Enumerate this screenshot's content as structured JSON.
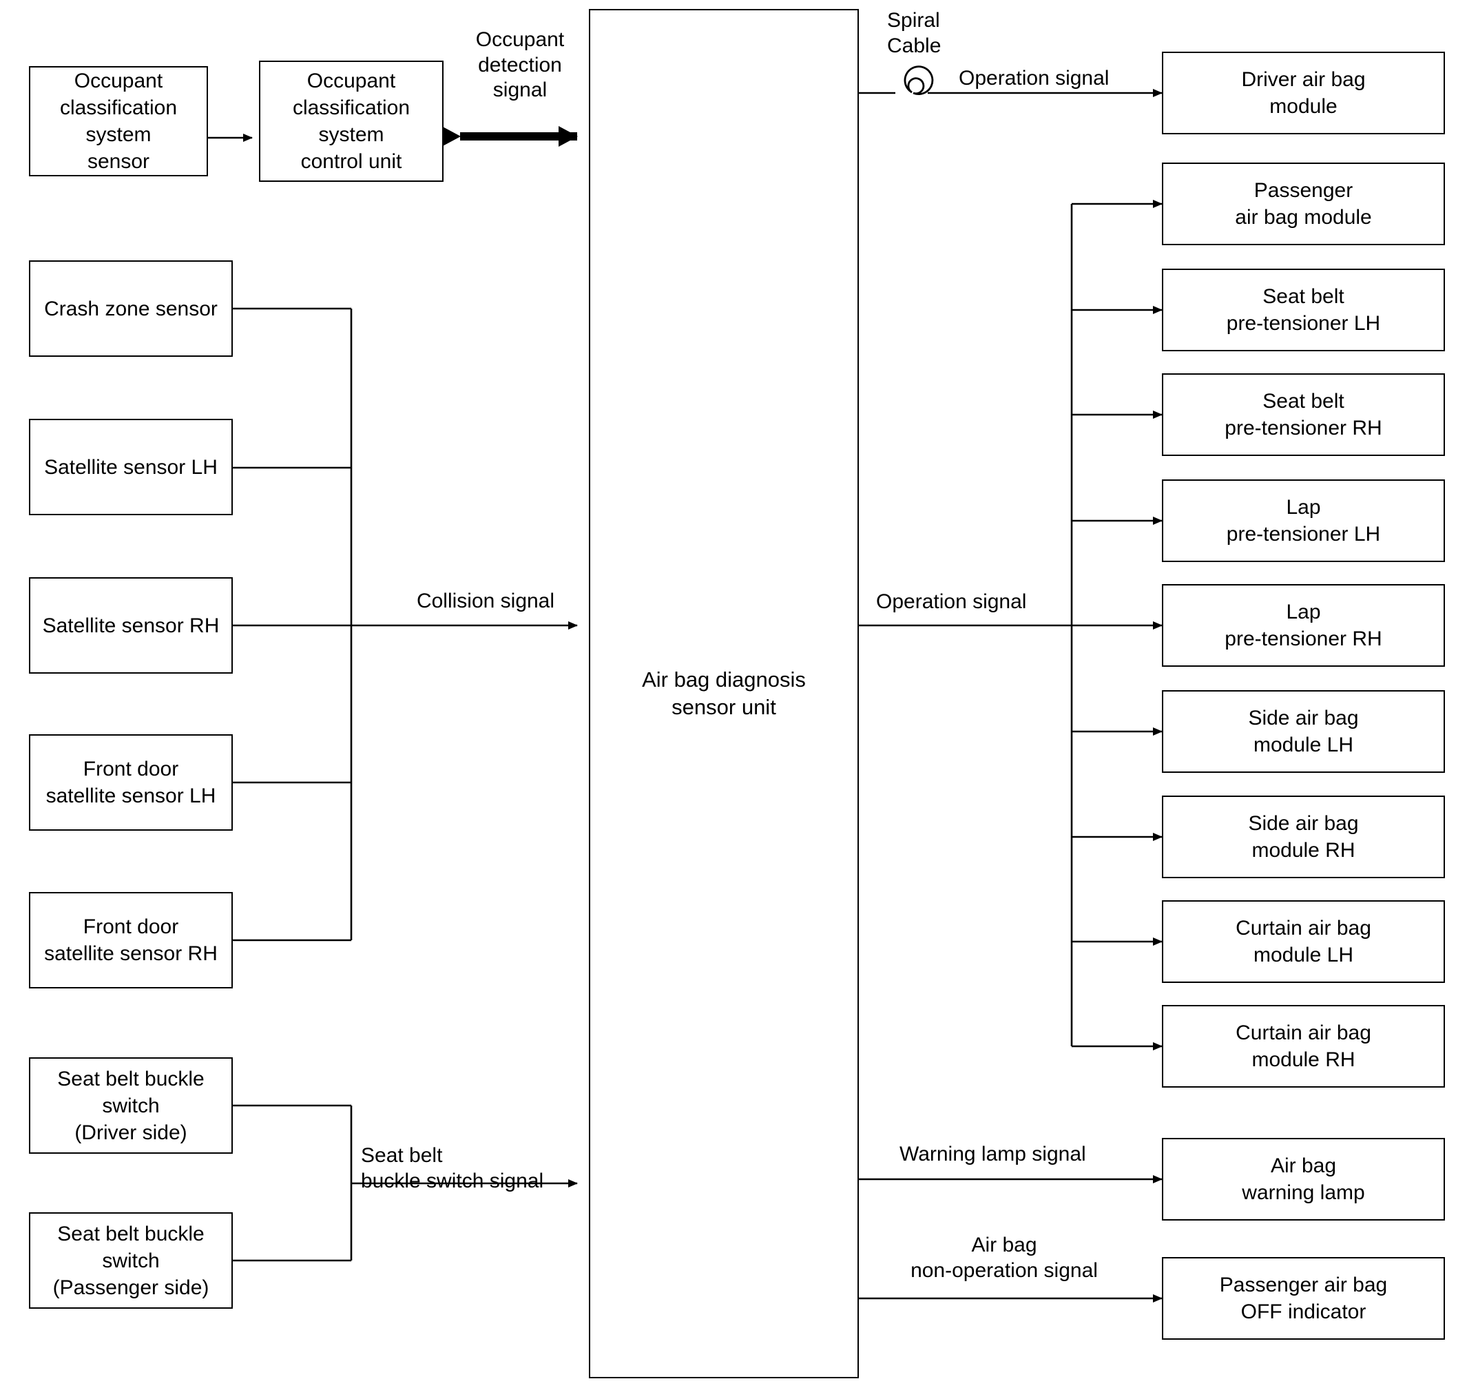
{
  "diagram": {
    "title": "Air bag system block diagram",
    "accent": "#000000",
    "background": "#ffffff"
  },
  "inputs": {
    "occupant": [
      {
        "id": "occupant-classification-system-sensor",
        "label": "Occupant\nclassification\nsystem\nsensor"
      },
      {
        "id": "occupant-classification-system-control-unit",
        "label": "Occupant\nclassification\nsystem\ncontrol unit"
      }
    ],
    "crash_sensors": [
      {
        "id": "crash-zone-sensor",
        "label": "Crash zone sensor"
      },
      {
        "id": "satellite-sensor-lh",
        "label": "Satellite sensor LH"
      },
      {
        "id": "satellite-sensor-rh",
        "label": "Satellite sensor RH"
      },
      {
        "id": "front-door-satellite-sensor-lh",
        "label": "Front door\nsatellite sensor LH"
      },
      {
        "id": "front-door-satellite-sensor-rh",
        "label": "Front door\nsatellite sensor RH"
      }
    ],
    "buckle_switches": [
      {
        "id": "seat-belt-buckle-switch-driver",
        "label": "Seat belt buckle switch\n(Driver side)"
      },
      {
        "id": "seat-belt-buckle-switch-passenger",
        "label": "Seat belt buckle switch\n(Passenger side)"
      }
    ]
  },
  "ecu": {
    "id": "air-bag-diagnosis-sensor-unit",
    "label": "Air bag diagnosis\nsensor unit"
  },
  "outputs": [
    {
      "id": "driver-air-bag-module",
      "label": "Driver air bag\nmodule"
    },
    {
      "id": "passenger-air-bag-module",
      "label": "Passenger\nair bag module"
    },
    {
      "id": "seat-belt-pre-tensioner-lh",
      "label": "Seat belt\npre-tensioner LH"
    },
    {
      "id": "seat-belt-pre-tensioner-rh",
      "label": "Seat belt\npre-tensioner RH"
    },
    {
      "id": "lap-pre-tensioner-lh",
      "label": "Lap\npre-tensioner LH"
    },
    {
      "id": "lap-pre-tensioner-rh",
      "label": "Lap\npre-tensioner RH"
    },
    {
      "id": "side-air-bag-module-lh",
      "label": "Side air bag\nmodule LH"
    },
    {
      "id": "side-air-bag-module-rh",
      "label": "Side air bag\nmodule RH"
    },
    {
      "id": "curtain-air-bag-module-lh",
      "label": "Curtain air bag\nmodule LH"
    },
    {
      "id": "curtain-air-bag-module-rh",
      "label": "Curtain air bag\nmodule RH"
    },
    {
      "id": "air-bag-warning-lamp",
      "label": "Air bag\nwarning lamp"
    },
    {
      "id": "passenger-air-bag-off-indicator",
      "label": "Passenger air bag\nOFF indicator"
    }
  ],
  "signals": {
    "occupant_detection": "Occupant\ndetection\nsignal",
    "collision": "Collision signal",
    "buckle_switch": "Seat belt\nbuckle switch signal",
    "operation_top": "Operation signal",
    "operation_mid": "Operation signal",
    "warning_lamp": "Warning lamp signal",
    "non_operation": "Air bag\nnon-operation signal"
  },
  "icons": {
    "spiral_cable_label": "Spiral\nCable",
    "spiral_cable_icon": "spiral-cable-icon"
  }
}
